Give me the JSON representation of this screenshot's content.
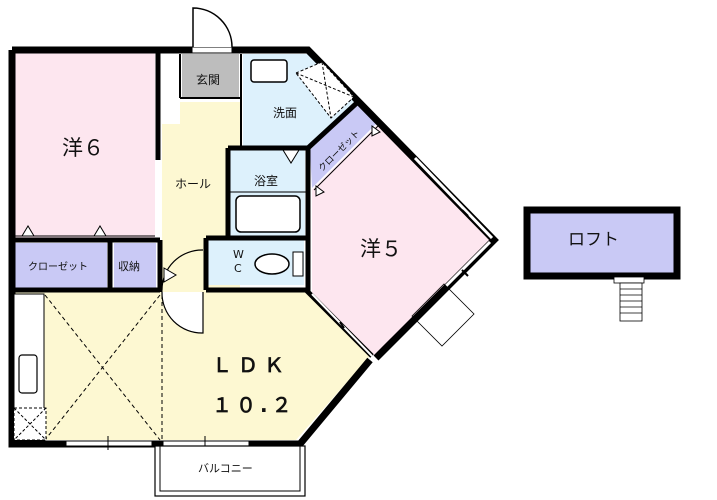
{
  "floorplan": {
    "rooms": {
      "western_6": {
        "label": "洋６",
        "color": "#fde6ef"
      },
      "western_5": {
        "label": "洋５",
        "color": "#fde6ef"
      },
      "ldk_label": "ＬＤＫ",
      "ldk_size": "１０.２",
      "ldk_color": "#fdf8d2",
      "hall": {
        "label": "ホール",
        "color": "#fdf8d2"
      },
      "entrance": {
        "label": "玄関",
        "color": "#bdbdbd"
      },
      "washroom": {
        "label": "洗面",
        "color": "#ddf1fc"
      },
      "bathroom": {
        "label": "浴室",
        "color": "#ddf1fc"
      },
      "wc_w": "W",
      "wc_c": "C",
      "wc_color": "#ddf1fc",
      "closet_1": {
        "label": "クローゼット",
        "color": "#c9c9f5"
      },
      "closet_2": {
        "label": "クローゼット",
        "color": "#c9c9f5"
      },
      "storage": {
        "label": "収納",
        "color": "#c9c9f5"
      },
      "balcony": {
        "label": "バルコニー"
      },
      "loft": {
        "label": "ロフト",
        "color": "#c9c9f5"
      }
    }
  }
}
